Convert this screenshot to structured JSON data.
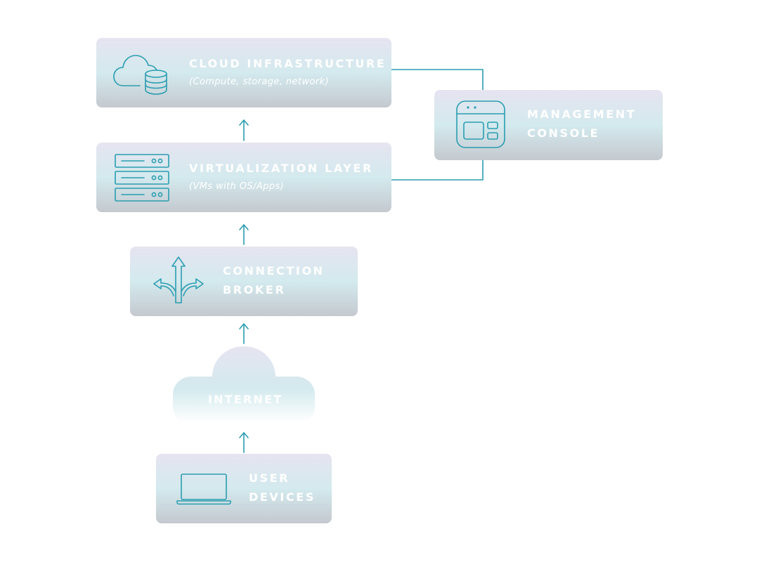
{
  "colors": {
    "accent": "#2a9db0",
    "box_top": "#e6e4f0",
    "box_mid": "#d3eaee",
    "box_bottom": "#c4c9cf",
    "label": "#ffffff"
  },
  "nodes": {
    "cloud_infrastructure": {
      "title": "CLOUD INFRASTRUCTURE",
      "subtitle": "(Compute, storage, network)",
      "icon": "cloud-database-icon"
    },
    "virtualization_layer": {
      "title": "VIRTUALIZATION LAYER",
      "subtitle": "(VMs with OS/Apps)",
      "icon": "server-rack-icon"
    },
    "connection_broker": {
      "title_line1": "CONNECTION",
      "title_line2": "BROKER",
      "icon": "split-arrows-icon"
    },
    "internet": {
      "title": "INTERNET",
      "icon": "cloud-shape"
    },
    "user_devices": {
      "title_line1": "USER",
      "title_line2": "DEVICES",
      "icon": "laptop-icon"
    },
    "management_console": {
      "title_line1": "MANAGEMENT",
      "title_line2": "CONSOLE",
      "icon": "app-window-icon"
    }
  },
  "edges": [
    {
      "from": "user_devices",
      "to": "internet",
      "type": "arrow"
    },
    {
      "from": "internet",
      "to": "connection_broker",
      "type": "arrow"
    },
    {
      "from": "connection_broker",
      "to": "virtualization_layer",
      "type": "arrow"
    },
    {
      "from": "virtualization_layer",
      "to": "cloud_infrastructure",
      "type": "arrow"
    },
    {
      "from": "cloud_infrastructure",
      "to": "management_console",
      "type": "line"
    },
    {
      "from": "virtualization_layer",
      "to": "management_console",
      "type": "line"
    }
  ]
}
